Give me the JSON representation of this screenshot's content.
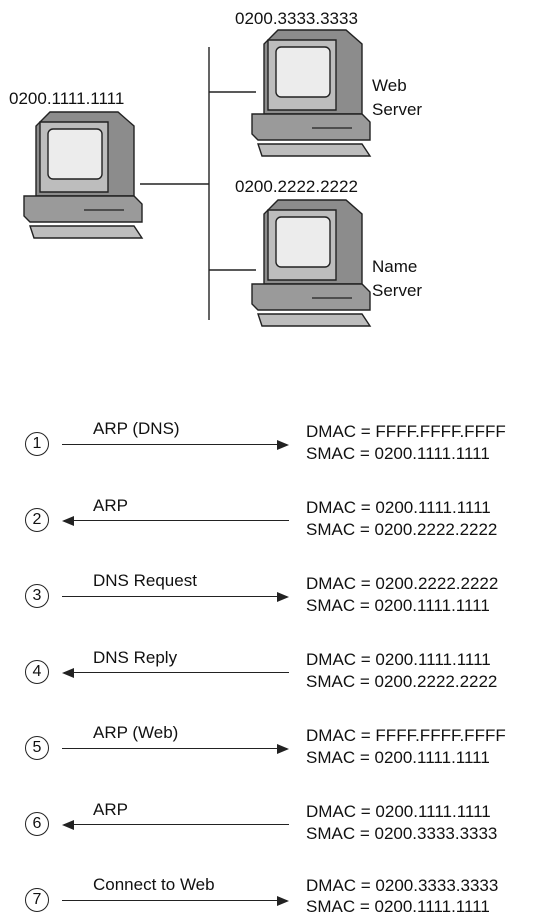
{
  "hosts": {
    "client": {
      "mac": "0200.1111.1111"
    },
    "web_server": {
      "mac": "0200.3333.3333",
      "name_line1": "Web",
      "name_line2": "Server"
    },
    "name_server": {
      "mac": "0200.2222.2222",
      "name_line1": "Name",
      "name_line2": "Server"
    }
  },
  "steps": [
    {
      "num": "1",
      "label": "ARP (DNS)",
      "direction": "right",
      "dmac": "DMAC = FFFF.FFFF.FFFF",
      "smac": "SMAC = 0200.1111.1111"
    },
    {
      "num": "2",
      "label": "ARP",
      "direction": "left",
      "dmac": "DMAC = 0200.1111.1111",
      "smac": "SMAC = 0200.2222.2222"
    },
    {
      "num": "3",
      "label": "DNS Request",
      "direction": "right",
      "dmac": "DMAC = 0200.2222.2222",
      "smac": "SMAC = 0200.1111.1111"
    },
    {
      "num": "4",
      "label": "DNS Reply",
      "direction": "left",
      "dmac": "DMAC = 0200.1111.1111",
      "smac": "SMAC = 0200.2222.2222"
    },
    {
      "num": "5",
      "label": "ARP (Web)",
      "direction": "right",
      "dmac": "DMAC = FFFF.FFFF.FFFF",
      "smac": "SMAC = 0200.1111.1111"
    },
    {
      "num": "6",
      "label": "ARP",
      "direction": "left",
      "dmac": "DMAC = 0200.1111.1111",
      "smac": "SMAC = 0200.3333.3333"
    },
    {
      "num": "7",
      "label": "Connect to Web",
      "direction": "right",
      "dmac": "DMAC = 0200.3333.3333",
      "smac": "SMAC = 0200.1111.1111"
    }
  ]
}
